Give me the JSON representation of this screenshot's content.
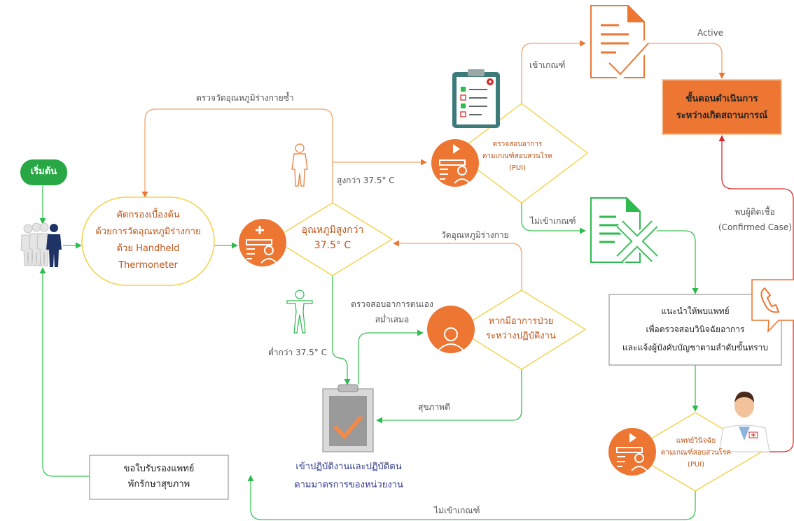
{
  "colors": {
    "orange": "#ec7632",
    "orange_line": "#f0a46a",
    "green": "#2dbb4e",
    "green_line": "#3cc255",
    "yellow": "#f2d24a",
    "red": "#d62c2c",
    "gray": "#8c8c8c",
    "navy": "#2e3a8c"
  },
  "nodes": {
    "start": "เริ่มต้น",
    "screening": [
      "คัดกรองเบื้องต้น",
      "ด้วยการวัดอุณหภูมิร่างกาย",
      "ด้วย Handheld",
      "Thermoneter"
    ],
    "temp_decision": [
      "อุณหภูมิสูงกว่า",
      "37.5°  C"
    ],
    "pui_check": [
      "ตรวจสอบอาการ",
      "ตามเกณฑ์สอบสวนโรค",
      "(PUI)"
    ],
    "sick_decision": [
      "หากมีอาการป่วย",
      "ระหว่างปฏิบัติงาน"
    ],
    "procedure": [
      "ขั้นตอนดำเนินการ",
      "ระหว่างเกิดสถานการณ์"
    ],
    "doctor_advice": [
      "แนะนำให้พบแพทย์",
      "เพื่อตรวจสอบวินิจฉัยอาการ",
      "และแจ้งผู้บังคับบัญชาตามลำดับขั้นทราบ"
    ],
    "doctor_pui": [
      "แพทย์วินิจฉัย",
      "ตามเกณฑ์สอบสวนโรค",
      "(PUI)"
    ],
    "certificate": [
      "ขอใบรับรองแพทย์",
      "พักรักษาสุขภาพ"
    ],
    "work": [
      "เข้าปฏิบัติงานและปฏิบัติตน",
      "ตามมาตรการของหน่วยงาน"
    ]
  },
  "edge_labels": {
    "recheck_temp": "ตรวจวัดอุณหภูมิร่างกายซ้ำ",
    "higher": "สูงกว่า 37.5°  C",
    "lower": "ต่ำกว่า 37.5°  C",
    "meets": "เข้าเกณฑ์",
    "not_meets": "ไม่เข้าเกณฑ์",
    "active": "Active",
    "measure_temp": "วัดอุณหภูมิร่างกาย",
    "self_check": [
      "ตรวจสอบอาการตนเอง",
      "สม่ำเสมอ"
    ],
    "healthy": "สุขภาพดี",
    "confirmed": [
      "พบผู้ติดเชื้อ",
      "(Confirmed Case)"
    ],
    "not_meets_bottom": "ไม่เข้าเกณฑ์"
  }
}
